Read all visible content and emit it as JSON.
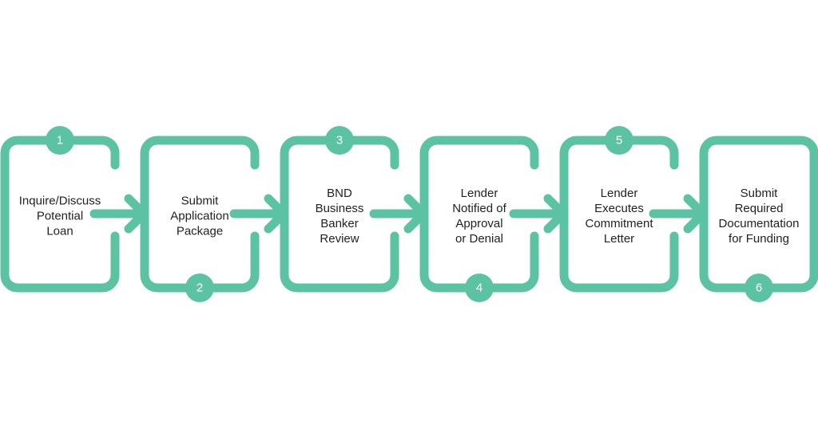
{
  "colors": {
    "accent": "#5cc3a2",
    "text": "#222222",
    "badge_text": "#ffffff",
    "background": "#ffffff"
  },
  "steps": [
    {
      "number": "1",
      "label": "Inquire/Discuss\nPotential\nLoan",
      "badge": "top"
    },
    {
      "number": "2",
      "label": "Submit\nApplication\nPackage",
      "badge": "bottom"
    },
    {
      "number": "3",
      "label": "BND\nBusiness\nBanker\nReview",
      "badge": "top"
    },
    {
      "number": "4",
      "label": "Lender\nNotified of\nApproval\nor Denial",
      "badge": "bottom"
    },
    {
      "number": "5",
      "label": "Lender\nExecutes\nCommitment\nLetter",
      "badge": "top"
    },
    {
      "number": "6",
      "label": "Submit\nRequired\nDocumentation\nfor Funding",
      "badge": "bottom"
    }
  ]
}
